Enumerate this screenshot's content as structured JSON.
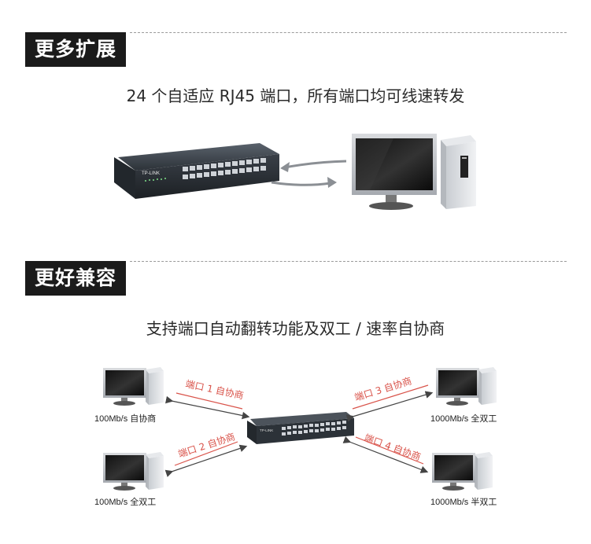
{
  "section1": {
    "tag": "更多扩展",
    "headline": "24 个自适应 RJ45 端口，所有端口均可线速转发",
    "brand": "TP-LINK"
  },
  "section2": {
    "tag": "更好兼容",
    "headline": "支持端口自动翻转功能及双工 / 速率自协商",
    "brand": "TP-LINK",
    "ports": [
      {
        "label": "端口 1 自协商",
        "pc_label": "100Mb/s 自协商"
      },
      {
        "label": "端口 2 自协商",
        "pc_label": "100Mb/s 全双工"
      },
      {
        "label": "端口 3 自协商",
        "pc_label": "1000Mb/s 全双工"
      },
      {
        "label": "端口 4 自协商",
        "pc_label": "1000Mb/s 半双工"
      }
    ]
  },
  "colors": {
    "tag_bg": "#1b1b1b",
    "port_label": "#d9534a",
    "arrow": "#555555"
  }
}
